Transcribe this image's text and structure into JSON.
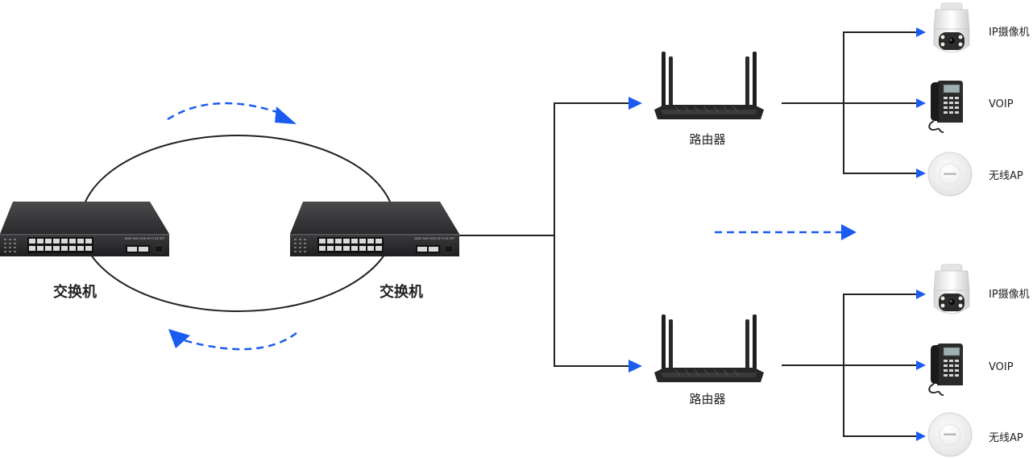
{
  "switches": [
    {
      "label": "交换机",
      "panel_text": "16GE PoE+2GE UP+1GE SFP"
    },
    {
      "label": "交换机",
      "panel_text": "16GE PoE+2GE UP+1GE SFP"
    }
  ],
  "routers": [
    {
      "label": "路由器"
    },
    {
      "label": "路由器"
    }
  ],
  "devices": {
    "top": [
      {
        "label": "IP摄像机",
        "icon": "dome-camera-icon"
      },
      {
        "label": "VOIP",
        "icon": "ip-phone-icon"
      },
      {
        "label": "无线AP",
        "icon": "wireless-ap-icon"
      }
    ],
    "bottom": [
      {
        "label": "IP摄像机",
        "icon": "dome-camera-icon"
      },
      {
        "label": "VOIP",
        "icon": "ip-phone-icon"
      },
      {
        "label": "无线AP",
        "icon": "wireless-ap-icon"
      }
    ]
  },
  "colors": {
    "arrow": "#1a5cf0",
    "line": "#222222",
    "switch_body": "#2f2f31"
  }
}
